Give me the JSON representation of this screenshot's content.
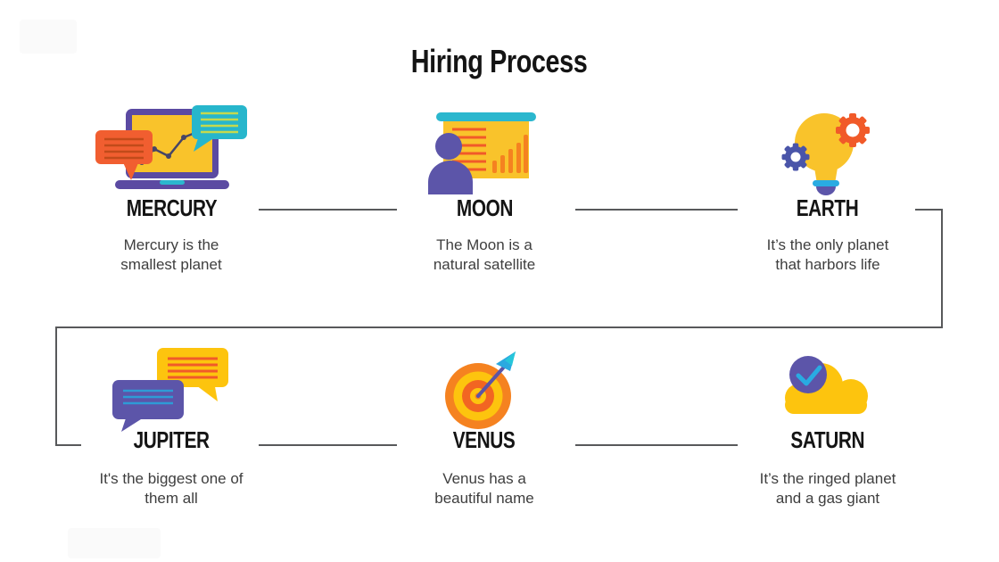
{
  "slide": {
    "title": "Hiring Process",
    "steps": [
      {
        "name": "MERCURY",
        "description": "Mercury is the\nsmallest planet",
        "icon": "laptop-analytics-chat-icon"
      },
      {
        "name": "MOON",
        "description": "The Moon is a\nnatural satellite",
        "icon": "presenter-whiteboard-icon"
      },
      {
        "name": "EARTH",
        "description": "It’s the only planet\nthat harbors life",
        "icon": "lightbulb-gears-icon"
      },
      {
        "name": "JUPITER",
        "description": "It's the biggest one of\nthem all",
        "icon": "chat-bubbles-icon"
      },
      {
        "name": "VENUS",
        "description": "Venus has a\nbeautiful name",
        "icon": "target-arrow-icon"
      },
      {
        "name": "SATURN",
        "description": "It’s the ringed planet\nand a gas giant",
        "icon": "cloud-check-icon"
      }
    ],
    "colors": {
      "yellow": "#F9C32B",
      "bright_yellow": "#FDC40E",
      "orange": "#F15E30",
      "deep_orange": "#F58220",
      "purple": "#5B4AA2",
      "violet": "#5C55A9",
      "teal": "#27B6CC",
      "blue": "#2BA9E0",
      "gear_blue": "#4A55A9",
      "connector": "#58595B",
      "title_text": "#141414",
      "body_text": "#3E3E3E"
    }
  }
}
